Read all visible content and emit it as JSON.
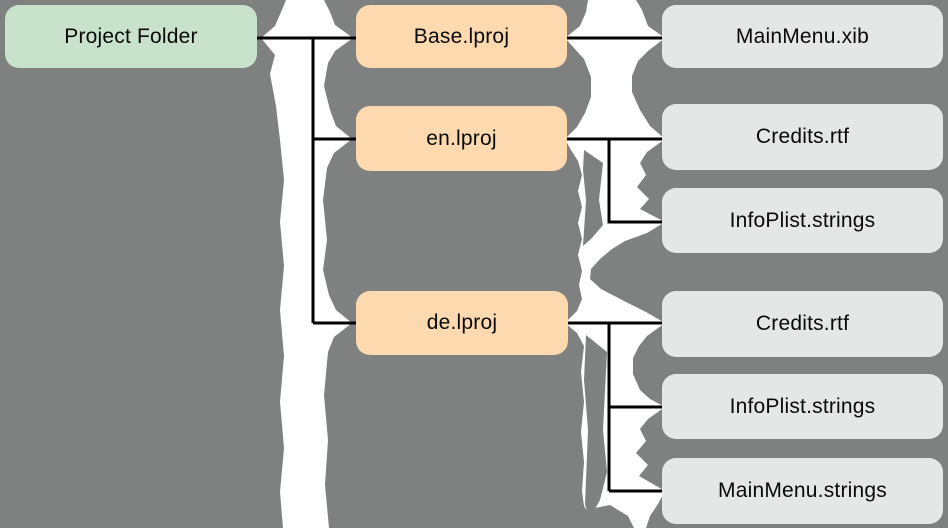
{
  "colors": {
    "background": "#7f8080",
    "band": "#ffffff",
    "connector": "#000000",
    "root_fill": "#c9e2cc",
    "folder_fill": "#fcd9ae",
    "file_fill": "#e5e6e6",
    "text": "#0a0a0a"
  },
  "tree": {
    "root": {
      "label": "Project Folder"
    },
    "folders": [
      {
        "label": "Base.lproj",
        "files": [
          "MainMenu.xib"
        ]
      },
      {
        "label": "en.lproj",
        "files": [
          "Credits.rtf",
          "InfoPlist.strings"
        ]
      },
      {
        "label": "de.lproj",
        "files": [
          "Credits.rtf",
          "InfoPlist.strings",
          "MainMenu.strings"
        ]
      }
    ]
  }
}
